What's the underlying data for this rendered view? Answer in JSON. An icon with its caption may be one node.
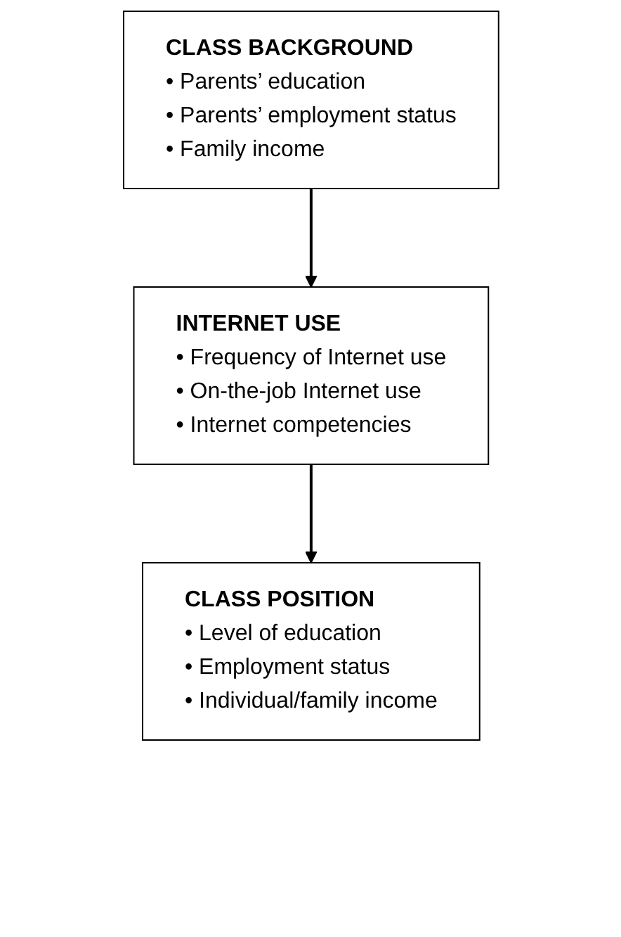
{
  "diagram": {
    "nodes": [
      {
        "text": [
          "CLASS BACKGROUND",
          "• Parents’ education",
          "• Parents’ employment status",
          "• Family income"
        ]
      },
      {
        "text": [
          "INTERNET USE",
          "• Frequency of Internet use",
          "• On-the-job Internet use",
          "• Internet competencies"
        ]
      },
      {
        "text": [
          "CLASS POSITION",
          "• Level of education",
          "• Employment status",
          "• Individual/family income"
        ]
      }
    ],
    "edges": [
      {
        "from": 0,
        "to": 1,
        "arrow": "to"
      },
      {
        "from": 1,
        "to": 2,
        "arrow": "to"
      }
    ]
  }
}
